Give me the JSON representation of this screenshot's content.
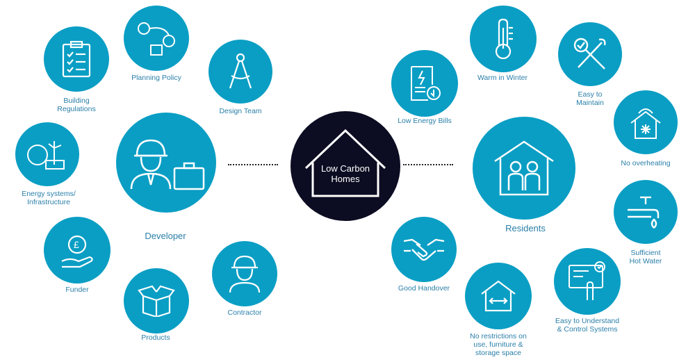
{
  "center": {
    "label": "Low Carbon\nHomes"
  },
  "developer": {
    "hub_label": "Developer",
    "nodes": [
      {
        "key": "building",
        "label": "Building\nRegulations",
        "icon": "clipboard-checklist-icon"
      },
      {
        "key": "planning",
        "label": "Planning Policy",
        "icon": "people-network-icon"
      },
      {
        "key": "design",
        "label": "Design Team",
        "icon": "compass-icon"
      },
      {
        "key": "energy",
        "label": "Energy systems/\nInfrastructure",
        "icon": "globe-wind-solar-icon"
      },
      {
        "key": "funder",
        "label": "Funder",
        "icon": "pound-coin-hand-icon"
      },
      {
        "key": "products",
        "label": "Products",
        "icon": "open-box-icon"
      },
      {
        "key": "contractor",
        "label": "Contractor",
        "icon": "hard-hat-worker-icon"
      }
    ]
  },
  "residents": {
    "hub_label": "Residents",
    "nodes": [
      {
        "key": "bills",
        "label": "Low Energy Bills",
        "icon": "energy-bill-icon"
      },
      {
        "key": "warm",
        "label": "Warm in Winter",
        "icon": "thermometer-icon"
      },
      {
        "key": "maintain",
        "label": "Easy to\nMaintain",
        "icon": "tools-icon"
      },
      {
        "key": "overheat",
        "label": "No overheating",
        "icon": "house-sun-snow-icon"
      },
      {
        "key": "hotwater",
        "label": "Sufficient\nHot Water",
        "icon": "tap-flame-icon"
      },
      {
        "key": "control",
        "label": "Easy to Understand\n& Control Systems",
        "icon": "control-panel-icon"
      },
      {
        "key": "restrict",
        "label": "No restrictions on\nuse, furniture &\nstorage space",
        "icon": "house-arrows-icon"
      },
      {
        "key": "handover",
        "label": "Good Handover",
        "icon": "handshake-icon"
      }
    ]
  },
  "colors": {
    "node": "#0a9ec4",
    "center": "#0c0c22",
    "label": "#2a7fa8"
  }
}
